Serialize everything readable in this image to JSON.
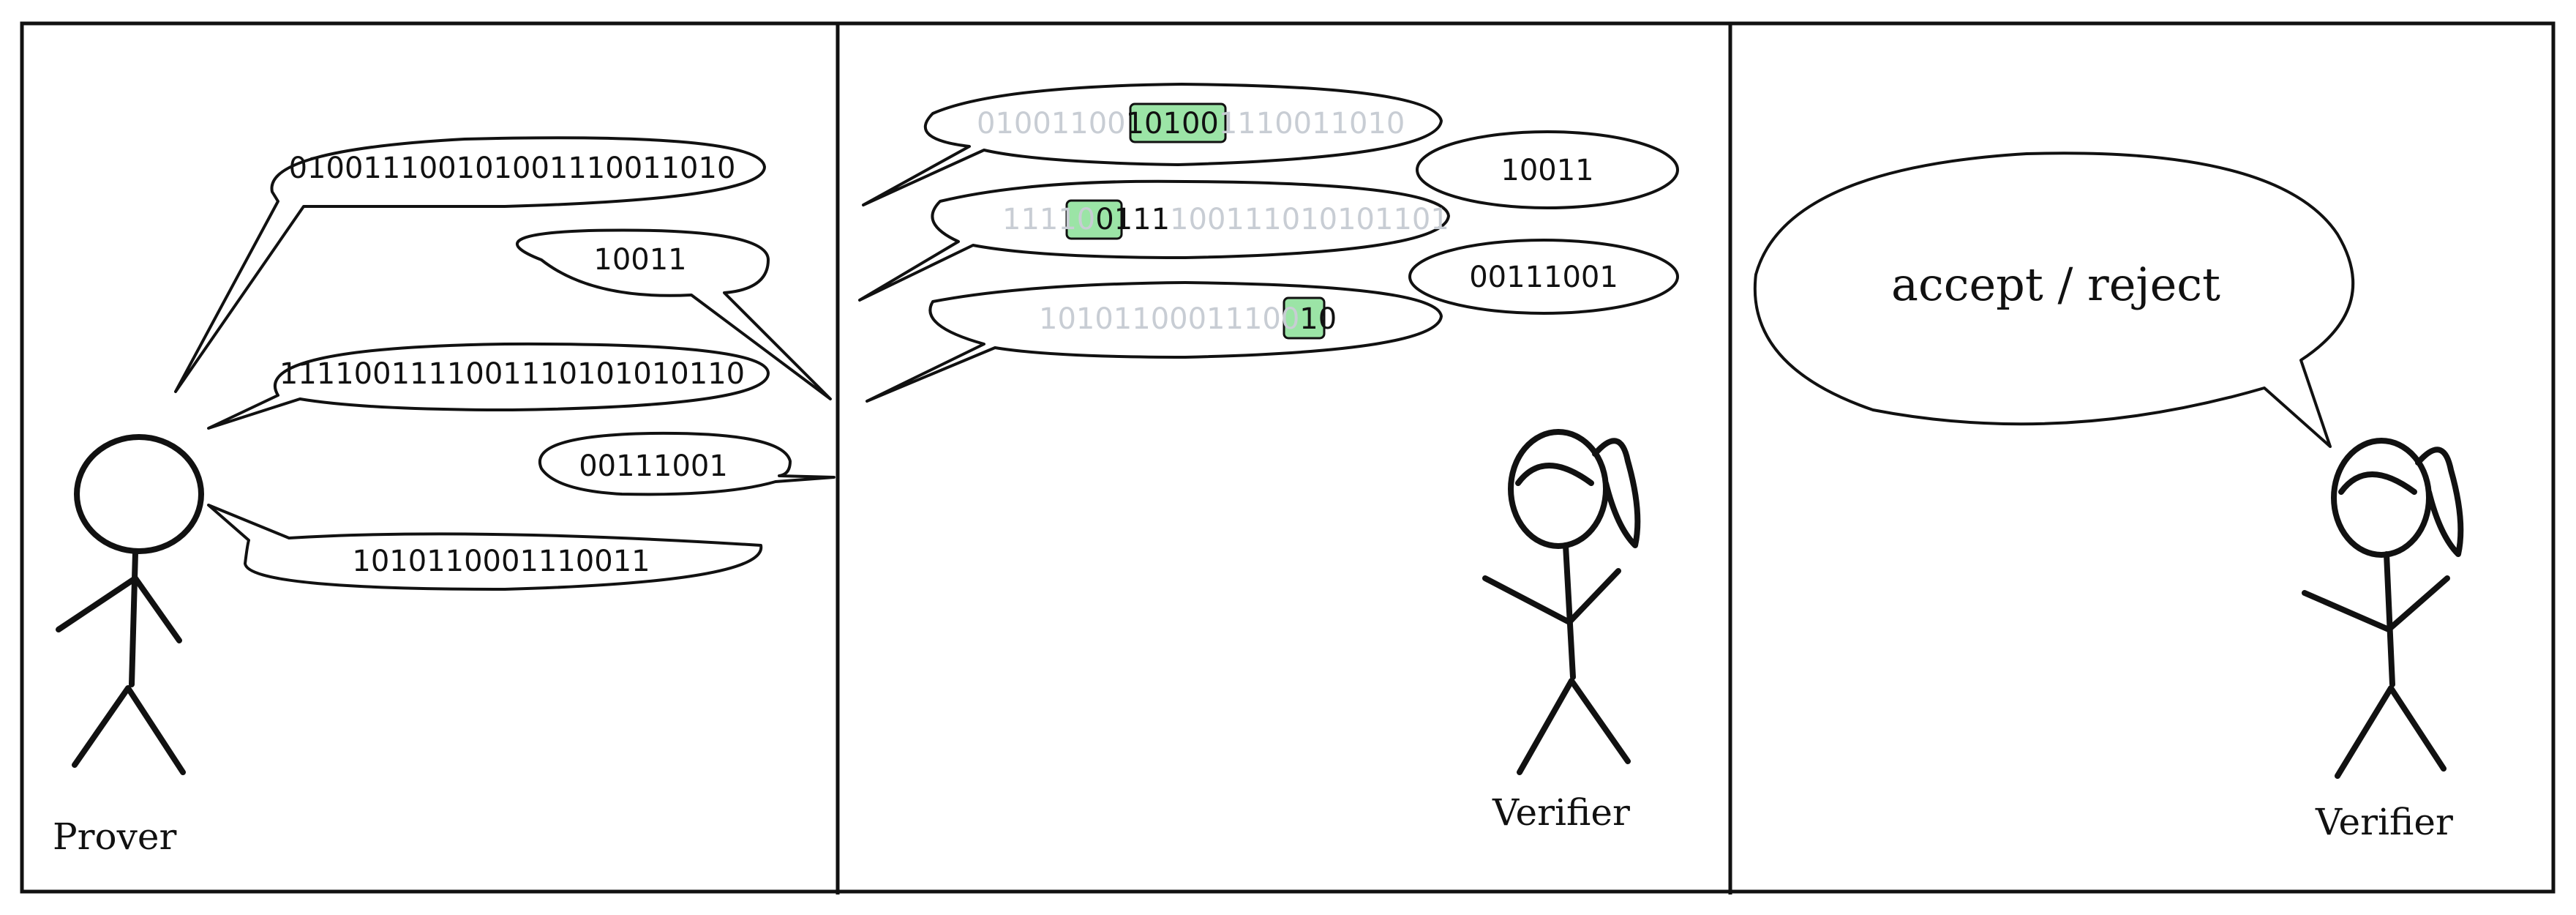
{
  "panel1": {
    "caption": "Prover",
    "messages": [
      "010011100101001110011010",
      "10011",
      "1111001111001110101010110",
      "00111001",
      "1010110001110011"
    ]
  },
  "panel2": {
    "caption": "Verifier",
    "challenges": [
      {
        "pre": "01001100",
        "hl": "10100",
        "post": "1110011010"
      },
      {
        "pre": "11110",
        "hl": "0111",
        "post": "100111010101101"
      },
      {
        "pre": "10101100011100",
        "hl": "10",
        "post": ""
      }
    ],
    "replies": [
      "10011",
      "00111001"
    ]
  },
  "panel3": {
    "caption": "Verifier",
    "verdict": "accept / reject"
  },
  "colors": {
    "highlight": "#9be4a6",
    "faded_text": "#c8cdd4",
    "ink": "#111111"
  }
}
